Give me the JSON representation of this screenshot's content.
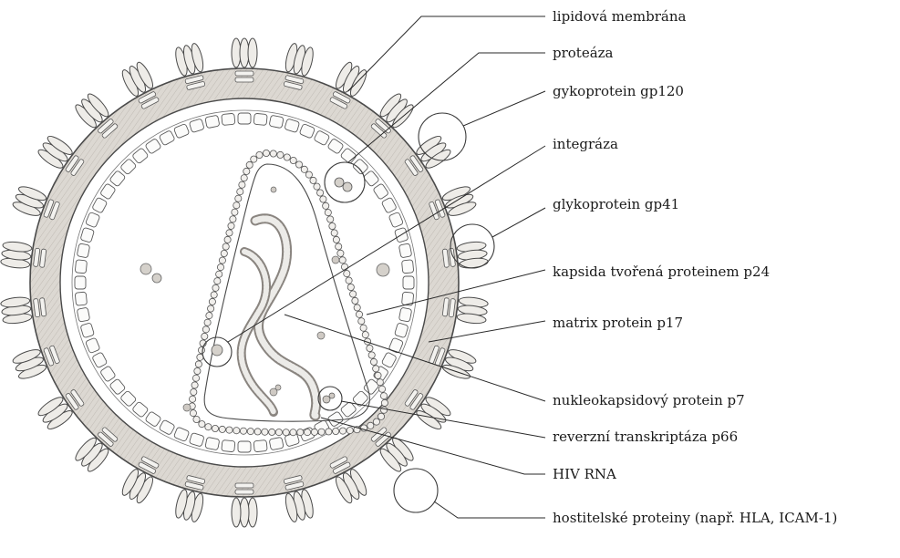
{
  "diagram": {
    "labels": {
      "lipid_membrane": "lipidová membrána",
      "protease": "proteáza",
      "gp120": "gykoprotein gp120",
      "integrase": "integráza",
      "gp41": "glykoprotein gp41",
      "capsid": "kapsida tvořená proteinem p24",
      "matrix": "matrix protein p17",
      "nucleocapsid": "nukleokapsidový protein p7",
      "reverse_transcriptase": "reverzní transkriptáza p66",
      "rna": "HIV RNA",
      "host_proteins": "hostitelské proteiny (např. HLA, ICAM-1)"
    },
    "colors": {
      "ink": "#1a1a1a",
      "pencil": "#4a4a4a",
      "membrane_shade": "#dcd8d2",
      "background": "#ffffff"
    }
  }
}
